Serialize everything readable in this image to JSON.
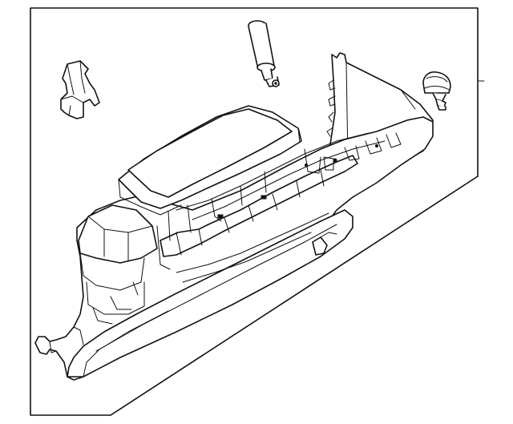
{
  "diagram": {
    "kind": "exploded-parts-illustration",
    "line_color": "#111111",
    "background": "#ffffff",
    "parts": [
      {
        "id": "glove-box-assembly",
        "icon": "glove-box-icon"
      },
      {
        "id": "retaining-clip",
        "icon": "clip-icon"
      },
      {
        "id": "damper-cylinder",
        "icon": "damper-icon"
      },
      {
        "id": "bumper-stop",
        "icon": "bumper-icon"
      }
    ],
    "callouts": []
  }
}
